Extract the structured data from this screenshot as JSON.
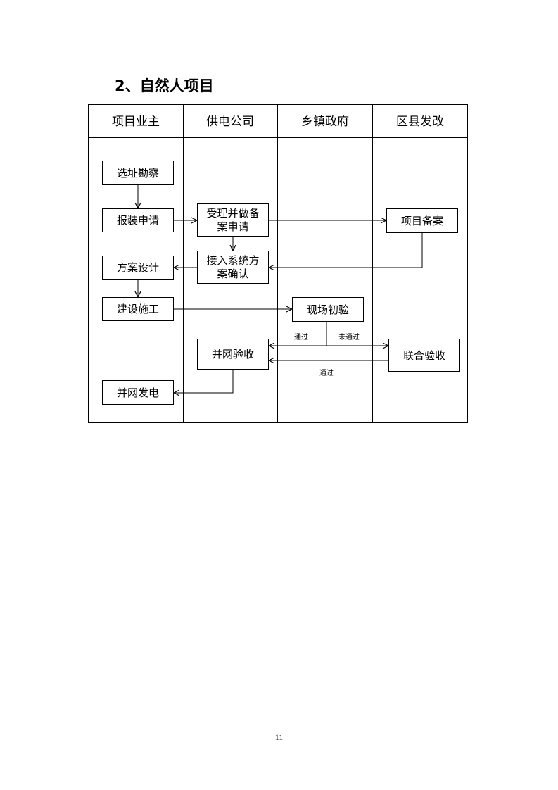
{
  "section_title": "2、自然人项目",
  "page_number": "11",
  "lanes": [
    "项目业主",
    "供电公司",
    "乡镇政府",
    "区县发改"
  ],
  "boxes": {
    "site_survey": [
      "选址勘察"
    ],
    "apply": [
      "报装申请"
    ],
    "accept_record": [
      "受理并做备",
      "案申请"
    ],
    "project_record": [
      "项目备案"
    ],
    "scheme_design": [
      "方案设计"
    ],
    "access_confirm": [
      "接入系统方",
      "案确认"
    ],
    "construction": [
      "建设施工"
    ],
    "site_inspection": [
      "现场初验"
    ],
    "grid_acceptance": [
      "并网验收"
    ],
    "joint_acceptance": [
      "联合验收"
    ],
    "grid_generation": [
      "并网发电"
    ]
  },
  "edge_labels": {
    "pass_left": "通过",
    "fail": "未通过",
    "pass_return": "通过"
  }
}
